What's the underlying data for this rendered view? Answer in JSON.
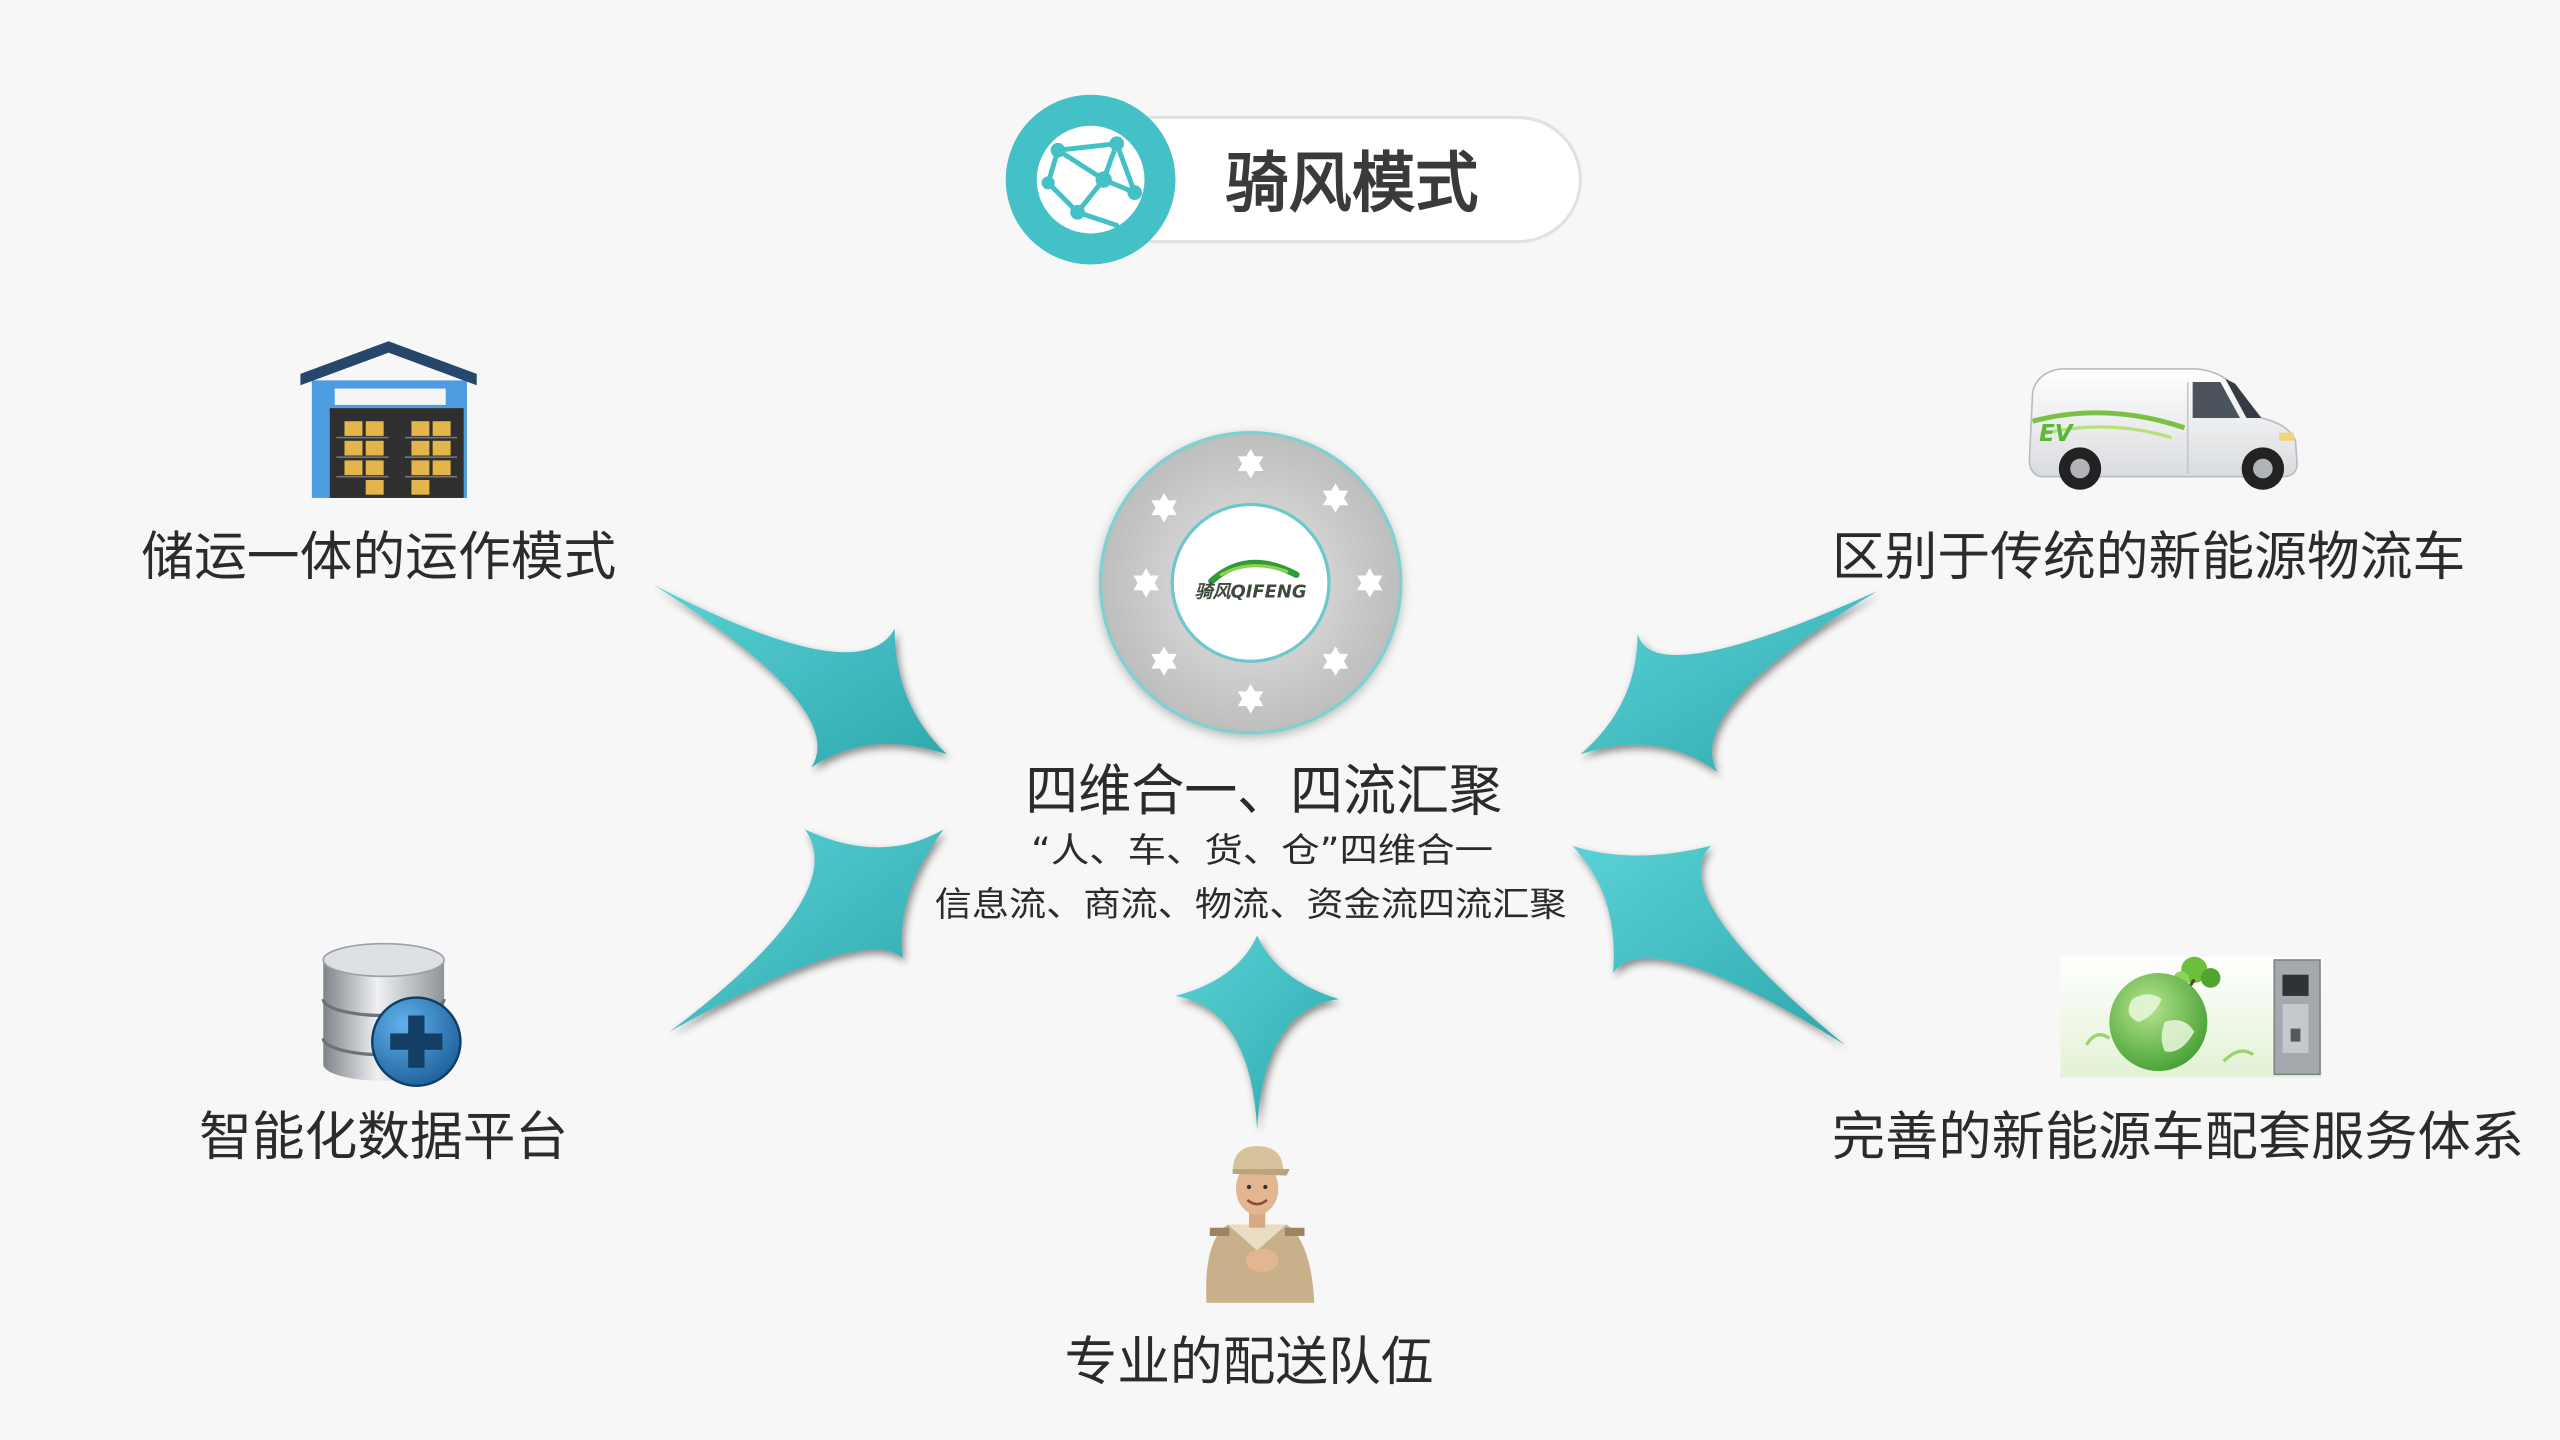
{
  "title": "骑风模式",
  "center": {
    "logo": {
      "cn": "骑风",
      "en": "QIFENG"
    },
    "heading": "四维合一、四流汇聚",
    "line1": "“人、车、货、仓”四维合一",
    "line2": "信息流、商流、物流、资金流四流汇聚"
  },
  "features": {
    "storage": {
      "label": "储运一体的运作模式",
      "icon": "warehouse-icon"
    },
    "data_platform": {
      "label": "智能化数据平台",
      "icon": "database-icon"
    },
    "vehicle": {
      "label": "区别于传统的新能源物流车",
      "icon": "ev-van-icon",
      "badge": "EV"
    },
    "service": {
      "label": "完善的新能源车配套服务体系",
      "icon": "green-globe-charging-icon"
    },
    "team": {
      "label": "专业的配送队伍",
      "icon": "delivery-person-icon"
    }
  },
  "colors": {
    "accent": "#44c1c6",
    "ring": "#c6c6c6",
    "text": "#2b2b2b",
    "background": "#f7f7f7"
  }
}
